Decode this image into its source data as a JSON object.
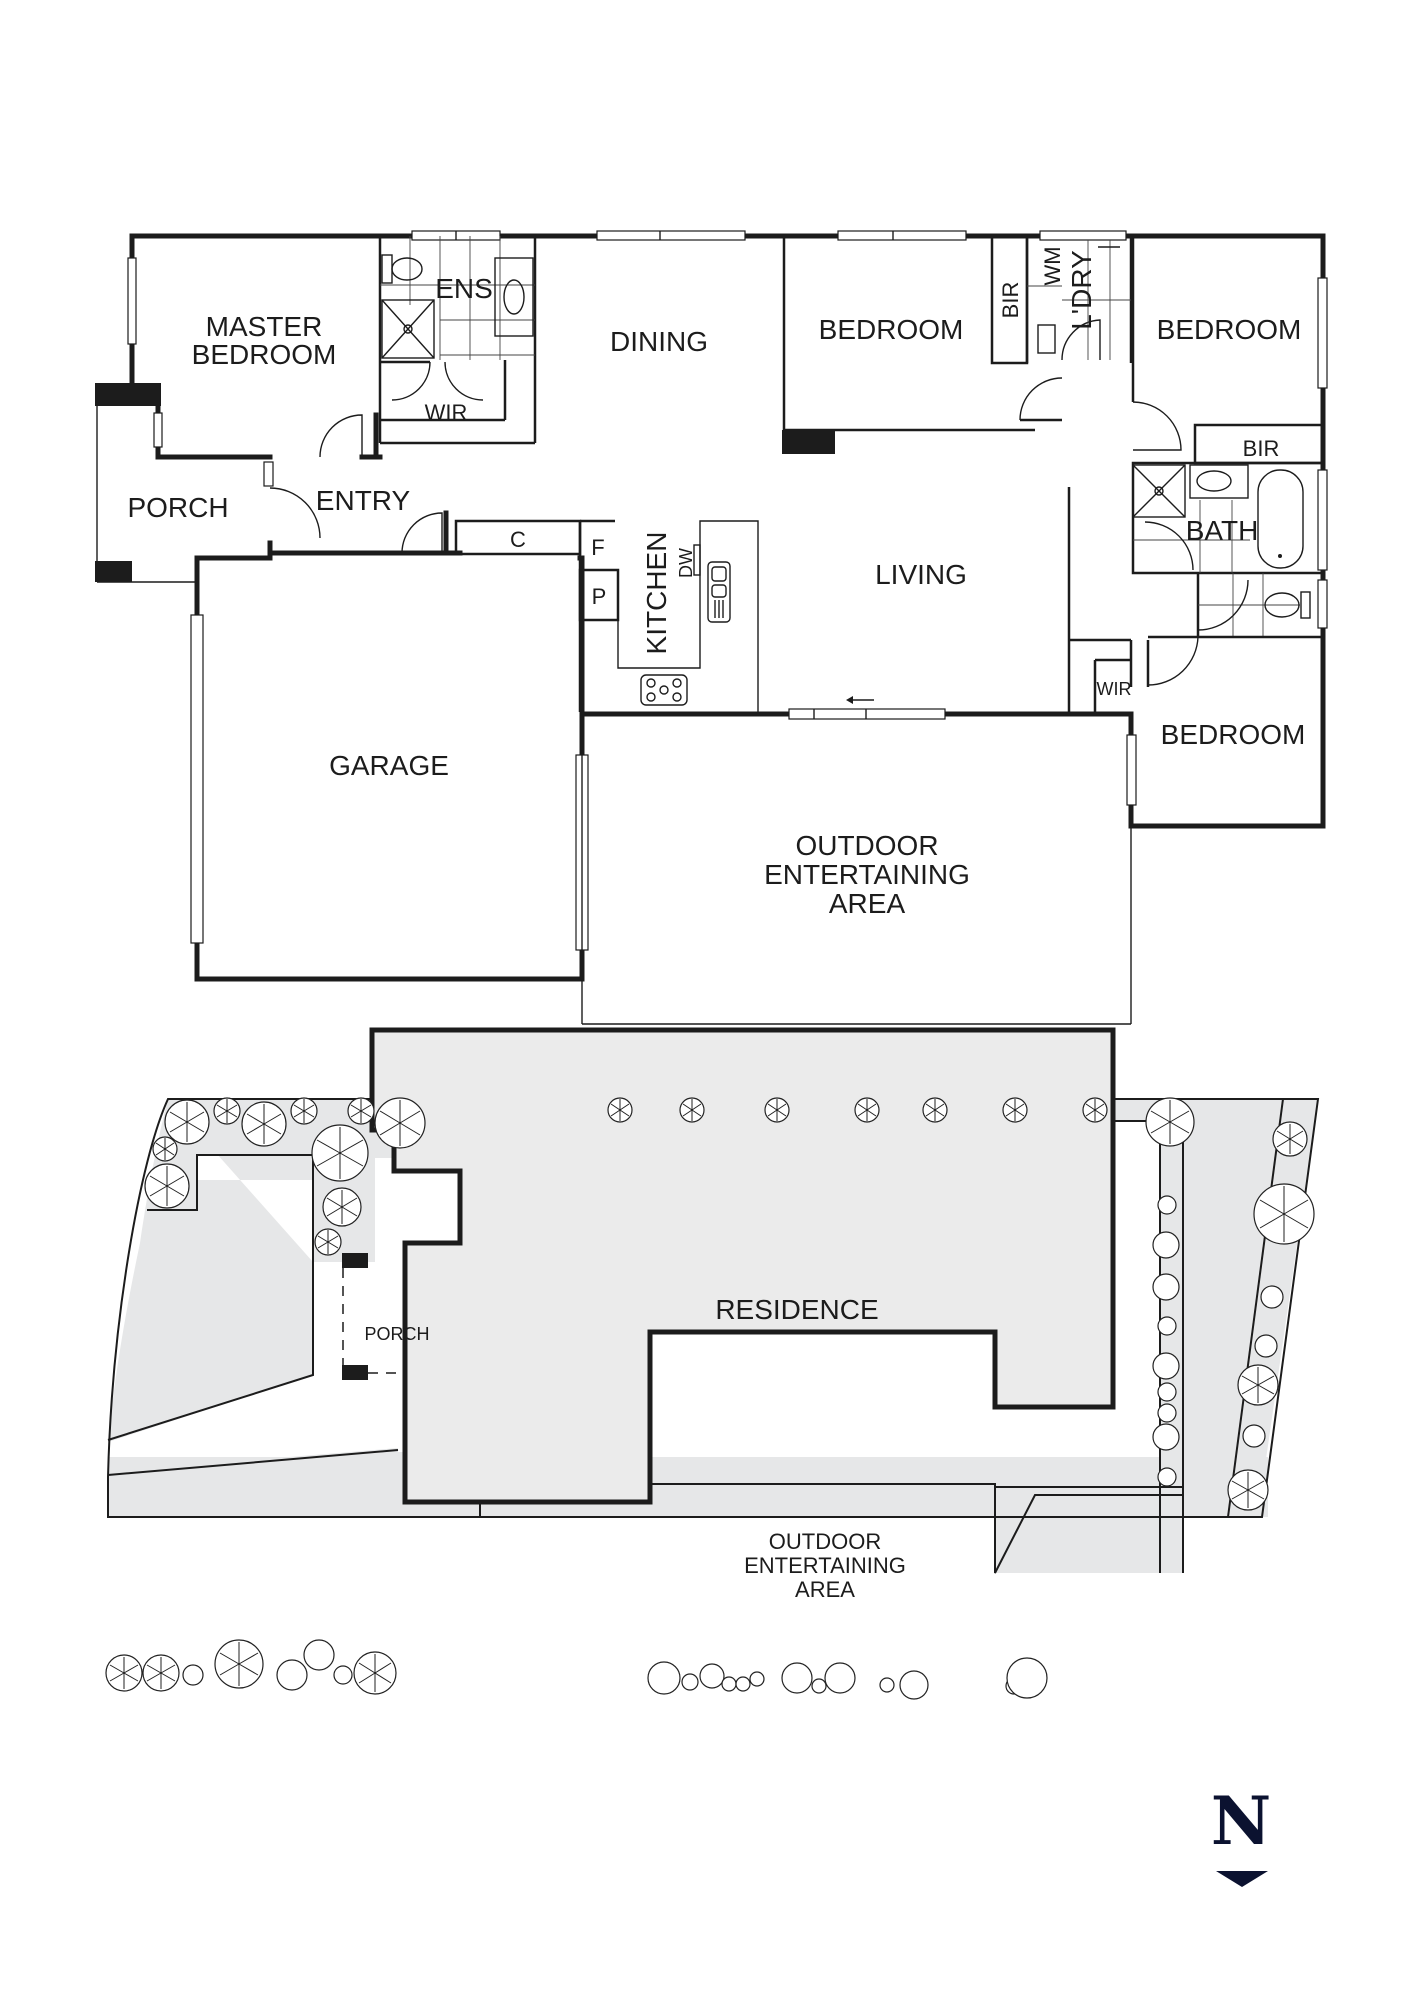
{
  "floor_plan": {
    "rooms": {
      "master_bedroom": [
        "MASTER",
        "BEDROOM"
      ],
      "ensuite": "ENS",
      "master_wir": "WIR",
      "dining": "DINING",
      "bedroom_2": "BEDROOM",
      "bedroom_2_bir": "BIR",
      "laundry_wm": "WM",
      "laundry": "L'DRY",
      "bedroom_3": "BEDROOM",
      "bedroom_3_bir": "BIR",
      "bath": "BATH",
      "porch": "PORCH",
      "entry": "ENTRY",
      "cupboard": "C",
      "fridge": "F",
      "pantry": "P",
      "kitchen": "KITCHEN",
      "dishwasher": "DW",
      "living": "LIVING",
      "bedroom_4_wir": "WIR",
      "bedroom_4": "BEDROOM",
      "garage": "GARAGE",
      "outdoor": [
        "OUTDOOR",
        "ENTERTAINING",
        "AREA"
      ]
    }
  },
  "site_plan": {
    "residence": "RESIDENCE",
    "porch": "PORCH",
    "outdoor": [
      "OUTDOOR",
      "ENTERTAINING",
      "AREA"
    ]
  },
  "north_indicator": {
    "letter": "N",
    "color": "#0b1230"
  }
}
